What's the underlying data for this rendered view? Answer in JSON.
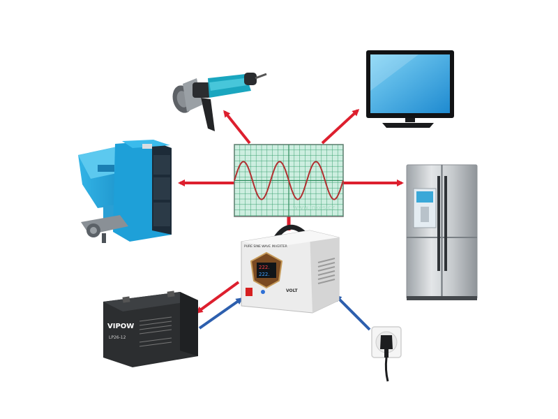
{
  "diagram": {
    "center": {
      "label": "pure sine wave oscilloscope display",
      "watermark": "www.inkes.cz",
      "wave_color": "#b03030",
      "grid_color": "#3aa070",
      "screen_color": "#cdeee0"
    },
    "inverter": {
      "brand": "VOLT",
      "header_text": "PURE SINE WAVE INVERTER",
      "display_top": "222.",
      "display_bottom": "222."
    },
    "battery": {
      "brand": "VIPOW",
      "model": "LP26-12"
    },
    "outputs": [
      "angle-grinder",
      "television",
      "pellet-boiler",
      "refrigerator"
    ],
    "flow_colors": {
      "output": "#dd1f2e",
      "input": "#2d5fae"
    }
  }
}
